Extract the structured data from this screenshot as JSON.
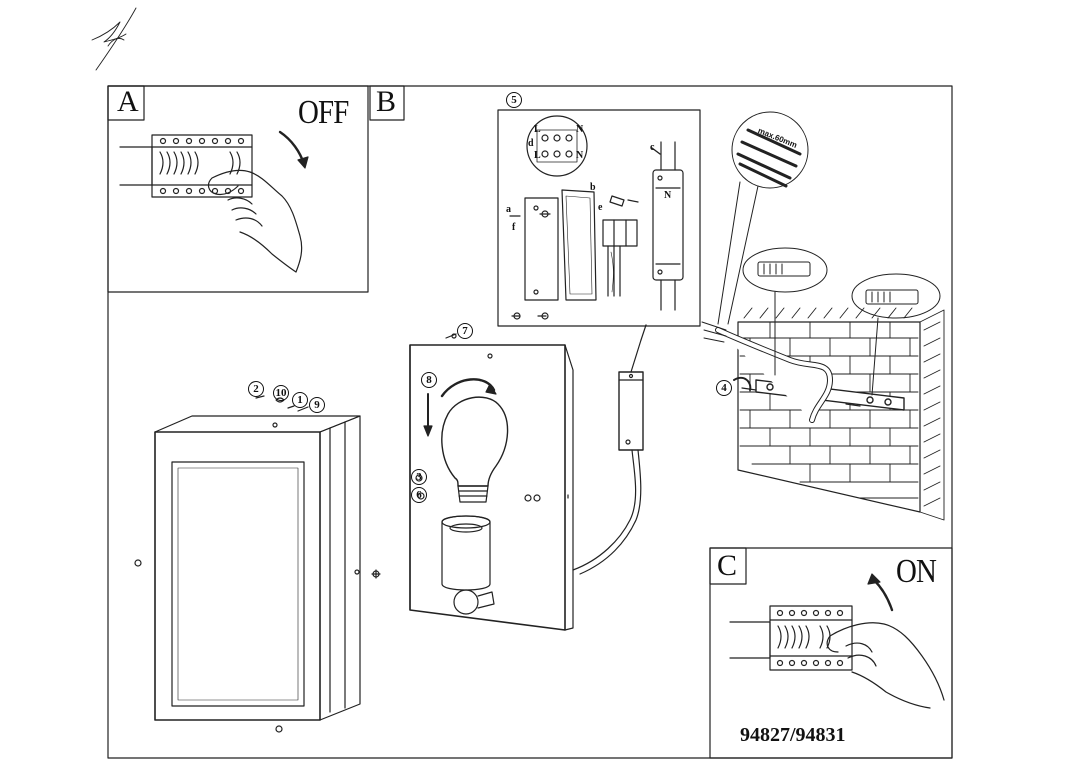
{
  "panels": {
    "a": {
      "letter": "A",
      "state": "OFF"
    },
    "b": {
      "letter": "B"
    },
    "c": {
      "letter": "C",
      "state": "ON"
    }
  },
  "steps": [
    "1",
    "2",
    "3",
    "4",
    "5",
    "6",
    "7",
    "8",
    "9",
    "10"
  ],
  "terminal_labels": [
    "L",
    "N",
    "L",
    "N",
    "d",
    "N"
  ],
  "part_labels": {
    "a": "a",
    "b": "b",
    "c": "c",
    "e": "e",
    "f": "f"
  },
  "wire_strip_label": "max.60mm",
  "model_number": "94827/94831"
}
